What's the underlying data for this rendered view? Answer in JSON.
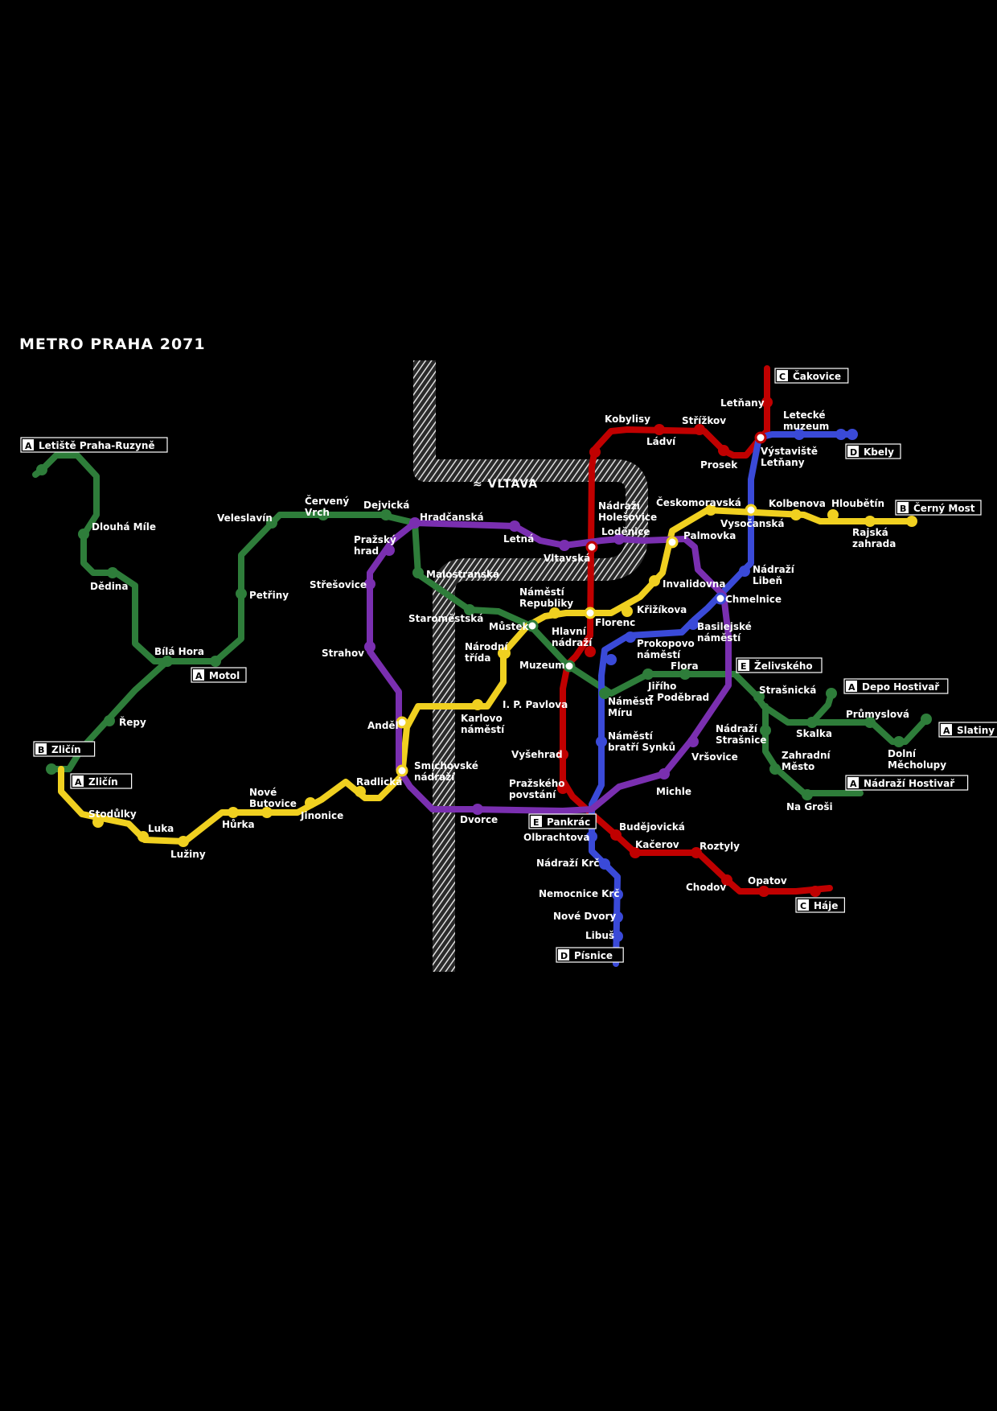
{
  "title": "METRO PRAHA 2071",
  "river": {
    "name": "≈ VLTAVA"
  },
  "colors": {
    "A": "#2e7d3a",
    "B": "#f0d020",
    "C": "#c00000",
    "D": "#3a4ad8",
    "E": "#7a2fb0",
    "background": "#000000",
    "text": "#ffffff",
    "river": "#d8d8d8"
  },
  "terminals": [
    {
      "id": "t1",
      "line": "A",
      "name": "Letiště Praha-Ruzyně"
    },
    {
      "id": "t2",
      "line": "A",
      "name": "Motol"
    },
    {
      "id": "t3",
      "line": "B",
      "name": "Zličín"
    },
    {
      "id": "t4",
      "line": "A",
      "name": "Zličín"
    },
    {
      "id": "t5",
      "line": "C",
      "name": "Čakovice"
    },
    {
      "id": "t6",
      "line": "D",
      "name": "Kbely"
    },
    {
      "id": "t7",
      "line": "B",
      "name": "Černý Most"
    },
    {
      "id": "t8",
      "line": "E",
      "name": "Želivského"
    },
    {
      "id": "t9",
      "line": "A",
      "name": "Depo Hostivař"
    },
    {
      "id": "t10",
      "line": "A",
      "name": "Slatiny"
    },
    {
      "id": "t11",
      "line": "A",
      "name": "Nádraží Hostivař"
    },
    {
      "id": "t12",
      "line": "E",
      "name": "Pankrác"
    },
    {
      "id": "t13",
      "line": "C",
      "name": "Háje"
    },
    {
      "id": "t14",
      "line": "D",
      "name": "Písnice"
    }
  ],
  "stations": [
    {
      "id": "s1",
      "lines": "A",
      "name": "Dlouhá Míle"
    },
    {
      "id": "s2",
      "lines": "A",
      "name": "Dědina"
    },
    {
      "id": "s3",
      "lines": "A",
      "name": "Bílá Hora"
    },
    {
      "id": "s4",
      "lines": "A",
      "name": "Řepy"
    },
    {
      "id": "s5",
      "lines": "A",
      "name": "Petřiny"
    },
    {
      "id": "s6",
      "lines": "A",
      "name": "Veleslavín"
    },
    {
      "id": "s7",
      "lines": "A",
      "name": "Červený Vrch"
    },
    {
      "id": "s8",
      "lines": "A",
      "name": "Dejvická"
    },
    {
      "id": "s9",
      "lines": "A/E",
      "name": "Hradčanská"
    },
    {
      "id": "s10",
      "lines": "E",
      "name": "Pražský hrad"
    },
    {
      "id": "s11",
      "lines": "E",
      "name": "Střešovice"
    },
    {
      "id": "s12",
      "lines": "E",
      "name": "Strahov"
    },
    {
      "id": "s13",
      "lines": "E",
      "name": "Letná"
    },
    {
      "id": "s14",
      "lines": "E",
      "name": "Vltavská"
    },
    {
      "id": "s15",
      "lines": "A",
      "name": "Malostranská"
    },
    {
      "id": "s16",
      "lines": "A",
      "name": "Staroměstská"
    },
    {
      "id": "s17",
      "lines": "A/B",
      "name": "Můstek"
    },
    {
      "id": "s18",
      "lines": "B",
      "name": "Národní třída"
    },
    {
      "id": "s19",
      "lines": "B",
      "name": "Náměstí Republiky"
    },
    {
      "id": "s20",
      "lines": "C",
      "name": "Hlavní nádraží"
    },
    {
      "id": "s21",
      "lines": "B/C",
      "name": "Florenc"
    },
    {
      "id": "s22",
      "lines": "B",
      "name": "Křižíkova"
    },
    {
      "id": "s23",
      "lines": "B",
      "name": "Invalidovna"
    },
    {
      "id": "s24",
      "lines": "B/E",
      "name": "Palmovka"
    },
    {
      "id": "s25",
      "lines": "C/E",
      "name": "Nádraží Holešovice"
    },
    {
      "id": "s26",
      "lines": "E",
      "name": "Loděnice"
    },
    {
      "id": "s27",
      "lines": "C",
      "name": "Kobylisy"
    },
    {
      "id": "s28",
      "lines": "C",
      "name": "Ládví"
    },
    {
      "id": "s29",
      "lines": "C",
      "name": "Střížkov"
    },
    {
      "id": "s30",
      "lines": "C",
      "name": "Prosek"
    },
    {
      "id": "s31",
      "lines": "C",
      "name": "Letňany"
    },
    {
      "id": "s32",
      "lines": "D",
      "name": "Letecké muzeum"
    },
    {
      "id": "s33",
      "lines": "C/D",
      "name": "Výstaviště Letňany"
    },
    {
      "id": "s34",
      "lines": "B",
      "name": "Českomoravská"
    },
    {
      "id": "s35",
      "lines": "B/D",
      "name": "Vysočanská"
    },
    {
      "id": "s36",
      "lines": "B",
      "name": "Kolbenova"
    },
    {
      "id": "s37",
      "lines": "B",
      "name": "Hloubětín"
    },
    {
      "id": "s38",
      "lines": "B",
      "name": "Rajská zahrada"
    },
    {
      "id": "s39",
      "lines": "D",
      "name": "Nádraží Libeň"
    },
    {
      "id": "s40",
      "lines": "D/E",
      "name": "Chmelnice"
    },
    {
      "id": "s41",
      "lines": "D",
      "name": "Basilejské náměstí"
    },
    {
      "id": "s42",
      "lines": "D",
      "name": "Prokopovo náměstí"
    },
    {
      "id": "s43",
      "lines": "A/C",
      "name": "Muzeum"
    },
    {
      "id": "s44",
      "lines": "A",
      "name": "Flora"
    },
    {
      "id": "s45",
      "lines": "A",
      "name": "Jiřího z Poděbrad"
    },
    {
      "id": "s46",
      "lines": "A/D",
      "name": "Náměstí Míru"
    },
    {
      "id": "s47",
      "lines": "B",
      "name": "I. P. Pavlova"
    },
    {
      "id": "s48",
      "lines": "B",
      "name": "Karlovo náměstí"
    },
    {
      "id": "s49",
      "lines": "B/E",
      "name": "Anděl"
    },
    {
      "id": "s50",
      "lines": "B/E",
      "name": "Smíchovské nádraží"
    },
    {
      "id": "s51",
      "lines": "B",
      "name": "Radlická"
    },
    {
      "id": "s52",
      "lines": "B",
      "name": "Jinonice"
    },
    {
      "id": "s53",
      "lines": "B",
      "name": "Nové Butovice"
    },
    {
      "id": "s54",
      "lines": "B",
      "name": "Hůrka"
    },
    {
      "id": "s55",
      "lines": "B",
      "name": "Lužiny"
    },
    {
      "id": "s56",
      "lines": "B",
      "name": "Luka"
    },
    {
      "id": "s57",
      "lines": "B",
      "name": "Stodůlky"
    },
    {
      "id": "s58",
      "lines": "E",
      "name": "Dvorce"
    },
    {
      "id": "s59",
      "lines": "C",
      "name": "Vyšehrad"
    },
    {
      "id": "s60",
      "lines": "C",
      "name": "Pražského povstání"
    },
    {
      "id": "s61",
      "lines": "D",
      "name": "Náměstí bratří Synků"
    },
    {
      "id": "s62",
      "lines": "E",
      "name": "Vršovice"
    },
    {
      "id": "s63",
      "lines": "E",
      "name": "Michle"
    },
    {
      "id": "s64",
      "lines": "A",
      "name": "Strašnická"
    },
    {
      "id": "s65",
      "lines": "A",
      "name": "Nádraží Strašnice"
    },
    {
      "id": "s66",
      "lines": "A",
      "name": "Skalka"
    },
    {
      "id": "s67",
      "lines": "A",
      "name": "Průmyslová"
    },
    {
      "id": "s68",
      "lines": "A",
      "name": "Dolní Měcholupy"
    },
    {
      "id": "s69",
      "lines": "A",
      "name": "Zahradní Město"
    },
    {
      "id": "s70",
      "lines": "A",
      "name": "Na Groši"
    },
    {
      "id": "s71",
      "lines": "C",
      "name": "Budějovická"
    },
    {
      "id": "s72",
      "lines": "D",
      "name": "Olbrachtova"
    },
    {
      "id": "s73",
      "lines": "C",
      "name": "Kačerov"
    },
    {
      "id": "s74",
      "lines": "C",
      "name": "Roztyly"
    },
    {
      "id": "s75",
      "lines": "D",
      "name": "Nádraží Krč"
    },
    {
      "id": "s76",
      "lines": "C",
      "name": "Chodov"
    },
    {
      "id": "s77",
      "lines": "C",
      "name": "Opatov"
    },
    {
      "id": "s78",
      "lines": "D",
      "name": "Nemocnice Krč"
    },
    {
      "id": "s79",
      "lines": "D",
      "name": "Nové Dvory"
    },
    {
      "id": "s80",
      "lines": "D",
      "name": "Libuš"
    }
  ]
}
